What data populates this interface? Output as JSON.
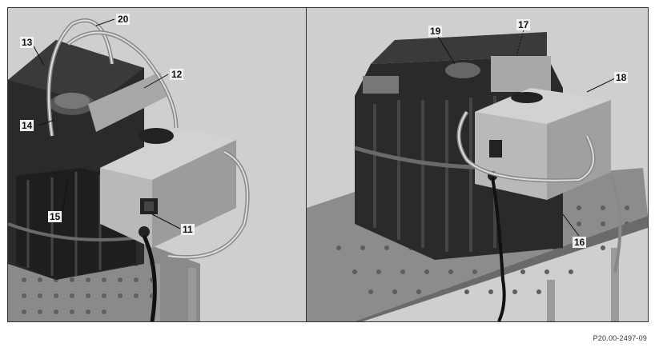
{
  "figure": {
    "left_panel": {
      "callouts": [
        "20",
        "13",
        "12",
        "14",
        "15",
        "11"
      ]
    },
    "right_panel": {
      "callouts": [
        "19",
        "17",
        "18",
        "16"
      ]
    },
    "reference_code": "P20.00-2497-09"
  },
  "colors": {
    "background": "#c9c9c9",
    "tank": "#2b2b2b",
    "housing": "#bfbfbf",
    "table": "#7a7a7a"
  }
}
